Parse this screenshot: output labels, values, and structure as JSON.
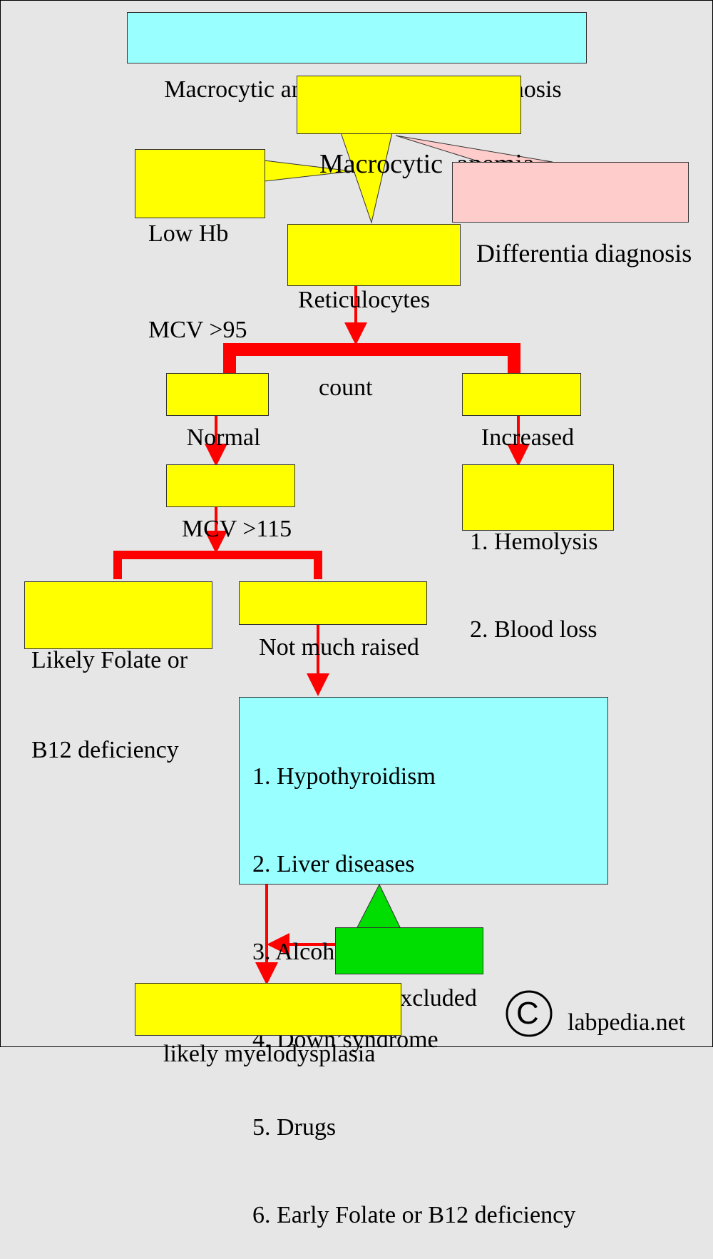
{
  "colors": {
    "background": "#e6e6e6",
    "title_box": "#99ffff",
    "node_yellow": "#ffff00",
    "node_pink": "#ffcccc",
    "node_green": "#00dd00",
    "list_box": "#99ffff",
    "arrow": "#ff0000"
  },
  "title": "Macrocytic anemia differential diagnosis",
  "nodes": {
    "macrocytic_anemia": "Macrocytic  anemia",
    "low_hb": [
      "Low Hb",
      "MCV >95"
    ],
    "differentia_diagnosis": "Differentia diagnosis",
    "reticulocytes_count": [
      "Reticulocytes",
      "count"
    ],
    "normal": "Normal",
    "increased": "Increased",
    "mcv_115": "MCV >115",
    "hemolysis_blood_loss": [
      "1. Hemolysis",
      "2. Blood loss"
    ],
    "likely_folate_b12": [
      "Likely Folate or",
      "B12 deficiency"
    ],
    "not_much_raised": "Not much raised",
    "causes_list": [
      "1. Hypothyroidism",
      "2. Liver diseases",
      "3. Alcohol use",
      "4. Down’syndrome",
      "5. Drugs",
      "6. Early Folate or B12 deficiency"
    ],
    "all_excluded": "All excluded",
    "likely_myelodysplasia": "likely myelodysplasia"
  },
  "watermark": {
    "symbol": "C",
    "text": "labpedia.net"
  }
}
